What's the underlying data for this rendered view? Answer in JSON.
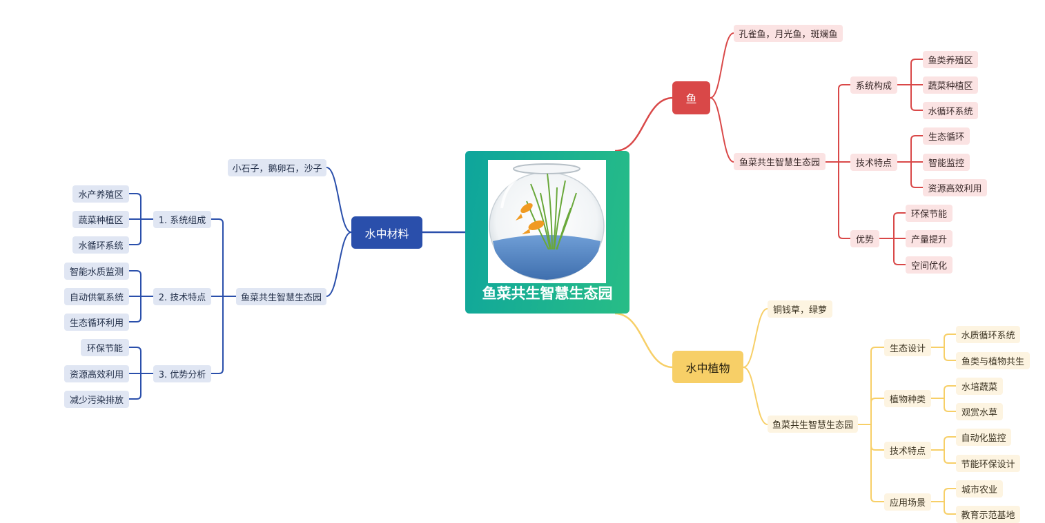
{
  "root": {
    "title": "鱼菜共生智慧生态园",
    "image": "goldfish-bowl-illustration"
  },
  "colors": {
    "red": "#d94848",
    "blue": "#2a4fab",
    "yellow": "#f7cf67",
    "root_start": "#0ea59c",
    "root_end": "#28bd86"
  },
  "branches": {
    "fish": {
      "label": "鱼",
      "children": [
        {
          "label": "孔雀鱼，月光鱼，斑斓鱼"
        },
        {
          "label": "鱼菜共生智慧生态园",
          "children": [
            {
              "label": "系统构成",
              "children": [
                "鱼类养殖区",
                "蔬菜种植区",
                "水循环系统"
              ]
            },
            {
              "label": "技术特点",
              "children": [
                "生态循环",
                "智能监控",
                "资源高效利用"
              ]
            },
            {
              "label": "优势",
              "children": [
                "环保节能",
                "产量提升",
                "空间优化"
              ]
            }
          ]
        }
      ]
    },
    "materials": {
      "label": "水中材料",
      "children": [
        {
          "label": "小石子，鹅卵石，沙子"
        },
        {
          "label": "鱼菜共生智慧生态园",
          "children": [
            {
              "label": "1. 系统组成",
              "children": [
                "水产养殖区",
                "蔬菜种植区",
                "水循环系统"
              ]
            },
            {
              "label": "2. 技术特点",
              "children": [
                "智能水质监测",
                "自动供氧系统",
                "生态循环利用"
              ]
            },
            {
              "label": "3. 优势分析",
              "children": [
                "环保节能",
                "资源高效利用",
                "减少污染排放"
              ]
            }
          ]
        }
      ]
    },
    "plants": {
      "label": "水中植物",
      "children": [
        {
          "label": "铜钱草，绿萝"
        },
        {
          "label": "鱼菜共生智慧生态园",
          "children": [
            {
              "label": "生态设计",
              "children": [
                "水质循环系统",
                "鱼类与植物共生"
              ]
            },
            {
              "label": "植物种类",
              "children": [
                "水培蔬菜",
                "观赏水草"
              ]
            },
            {
              "label": "技术特点",
              "children": [
                "自动化监控",
                "节能环保设计"
              ]
            },
            {
              "label": "应用场景",
              "children": [
                "城市农业",
                "教育示范基地"
              ]
            }
          ]
        }
      ]
    }
  }
}
